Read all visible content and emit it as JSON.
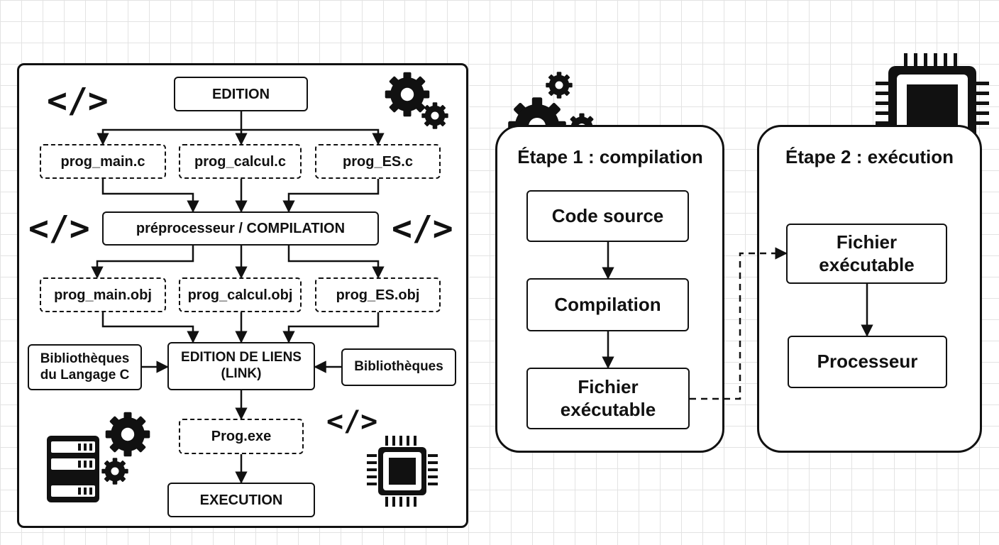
{
  "left_diagram": {
    "edition": "EDITION",
    "sources": [
      "prog_main.c",
      "prog_calcul.c",
      "prog_ES.c"
    ],
    "compilation": "préprocesseur / COMPILATION",
    "objects": [
      "prog_main.obj",
      "prog_calcul.obj",
      "prog_ES.obj"
    ],
    "lib_c_line1": "Bibliothèques",
    "lib_c_line2": "du Langage C",
    "link_line1": "EDITION DE LIENS",
    "link_line2": "(LINK)",
    "libs": "Bibliothèques",
    "exe": "Prog.exe",
    "execution": "EXECUTION"
  },
  "stage1": {
    "title": "Étape 1 : compilation",
    "code_source": "Code source",
    "compilation": "Compilation",
    "exe_line1": "Fichier",
    "exe_line2": "exécutable"
  },
  "stage2": {
    "title": "Étape 2 : exécution",
    "exe_line1": "Fichier",
    "exe_line2": "exécutable",
    "processor": "Processeur"
  },
  "icons": {
    "code": "</>",
    "gear": "gear-icon",
    "cpu": "cpu-chip-icon",
    "server": "server-icon"
  },
  "colors": {
    "ink": "#111111",
    "grid": "#e3e3e3",
    "paper": "#ffffff"
  }
}
